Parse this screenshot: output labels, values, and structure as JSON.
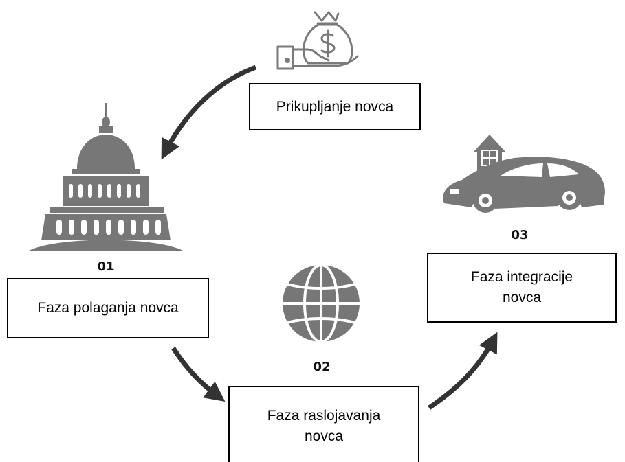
{
  "diagram": {
    "steps": [
      {
        "id": "collect",
        "label": "Prikupljanje novca",
        "icon": "money-bag-hand-icon"
      },
      {
        "id": "placement",
        "number": "01",
        "label": "Faza polaganja novca",
        "icon": "capitol-building-icon"
      },
      {
        "id": "layering",
        "number": "02",
        "label": "Faza raslojavanja novca",
        "icon": "globe-icon"
      },
      {
        "id": "integration",
        "number": "03",
        "label": "Faza integracije novca",
        "icon": "house-car-icon"
      }
    ],
    "colors": {
      "icon": "#777777",
      "arrow": "#333333",
      "box_border": "#000000",
      "text": "#000000"
    }
  }
}
